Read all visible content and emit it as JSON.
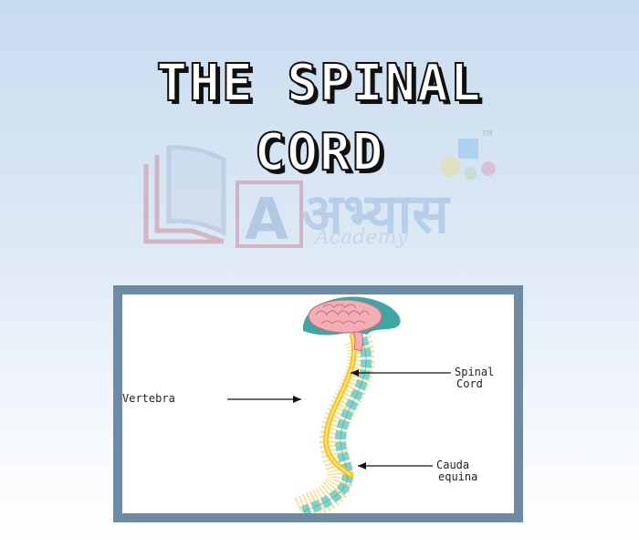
{
  "title": {
    "line1": "THE SPINAL",
    "line2": "CORD"
  },
  "watermark": {
    "brand": "अभ्यास",
    "sub": "Academy",
    "letter": "A",
    "tm": "TM"
  },
  "diagram": {
    "labels": {
      "vertebra": "Vertebra",
      "spinal_cord_1": "Spinal",
      "spinal_cord_2": "Cord",
      "cauda_1": "Cauda",
      "cauda_2": "equina"
    },
    "colors": {
      "brain": "#f2aeb4",
      "brain_outline": "#c7707c",
      "skull": "#3ea7a6",
      "cord": "#f5c518",
      "vertebrae": "#7fd1c9",
      "nerves": "#f3dc86",
      "frame": "#6f8aa3"
    }
  }
}
